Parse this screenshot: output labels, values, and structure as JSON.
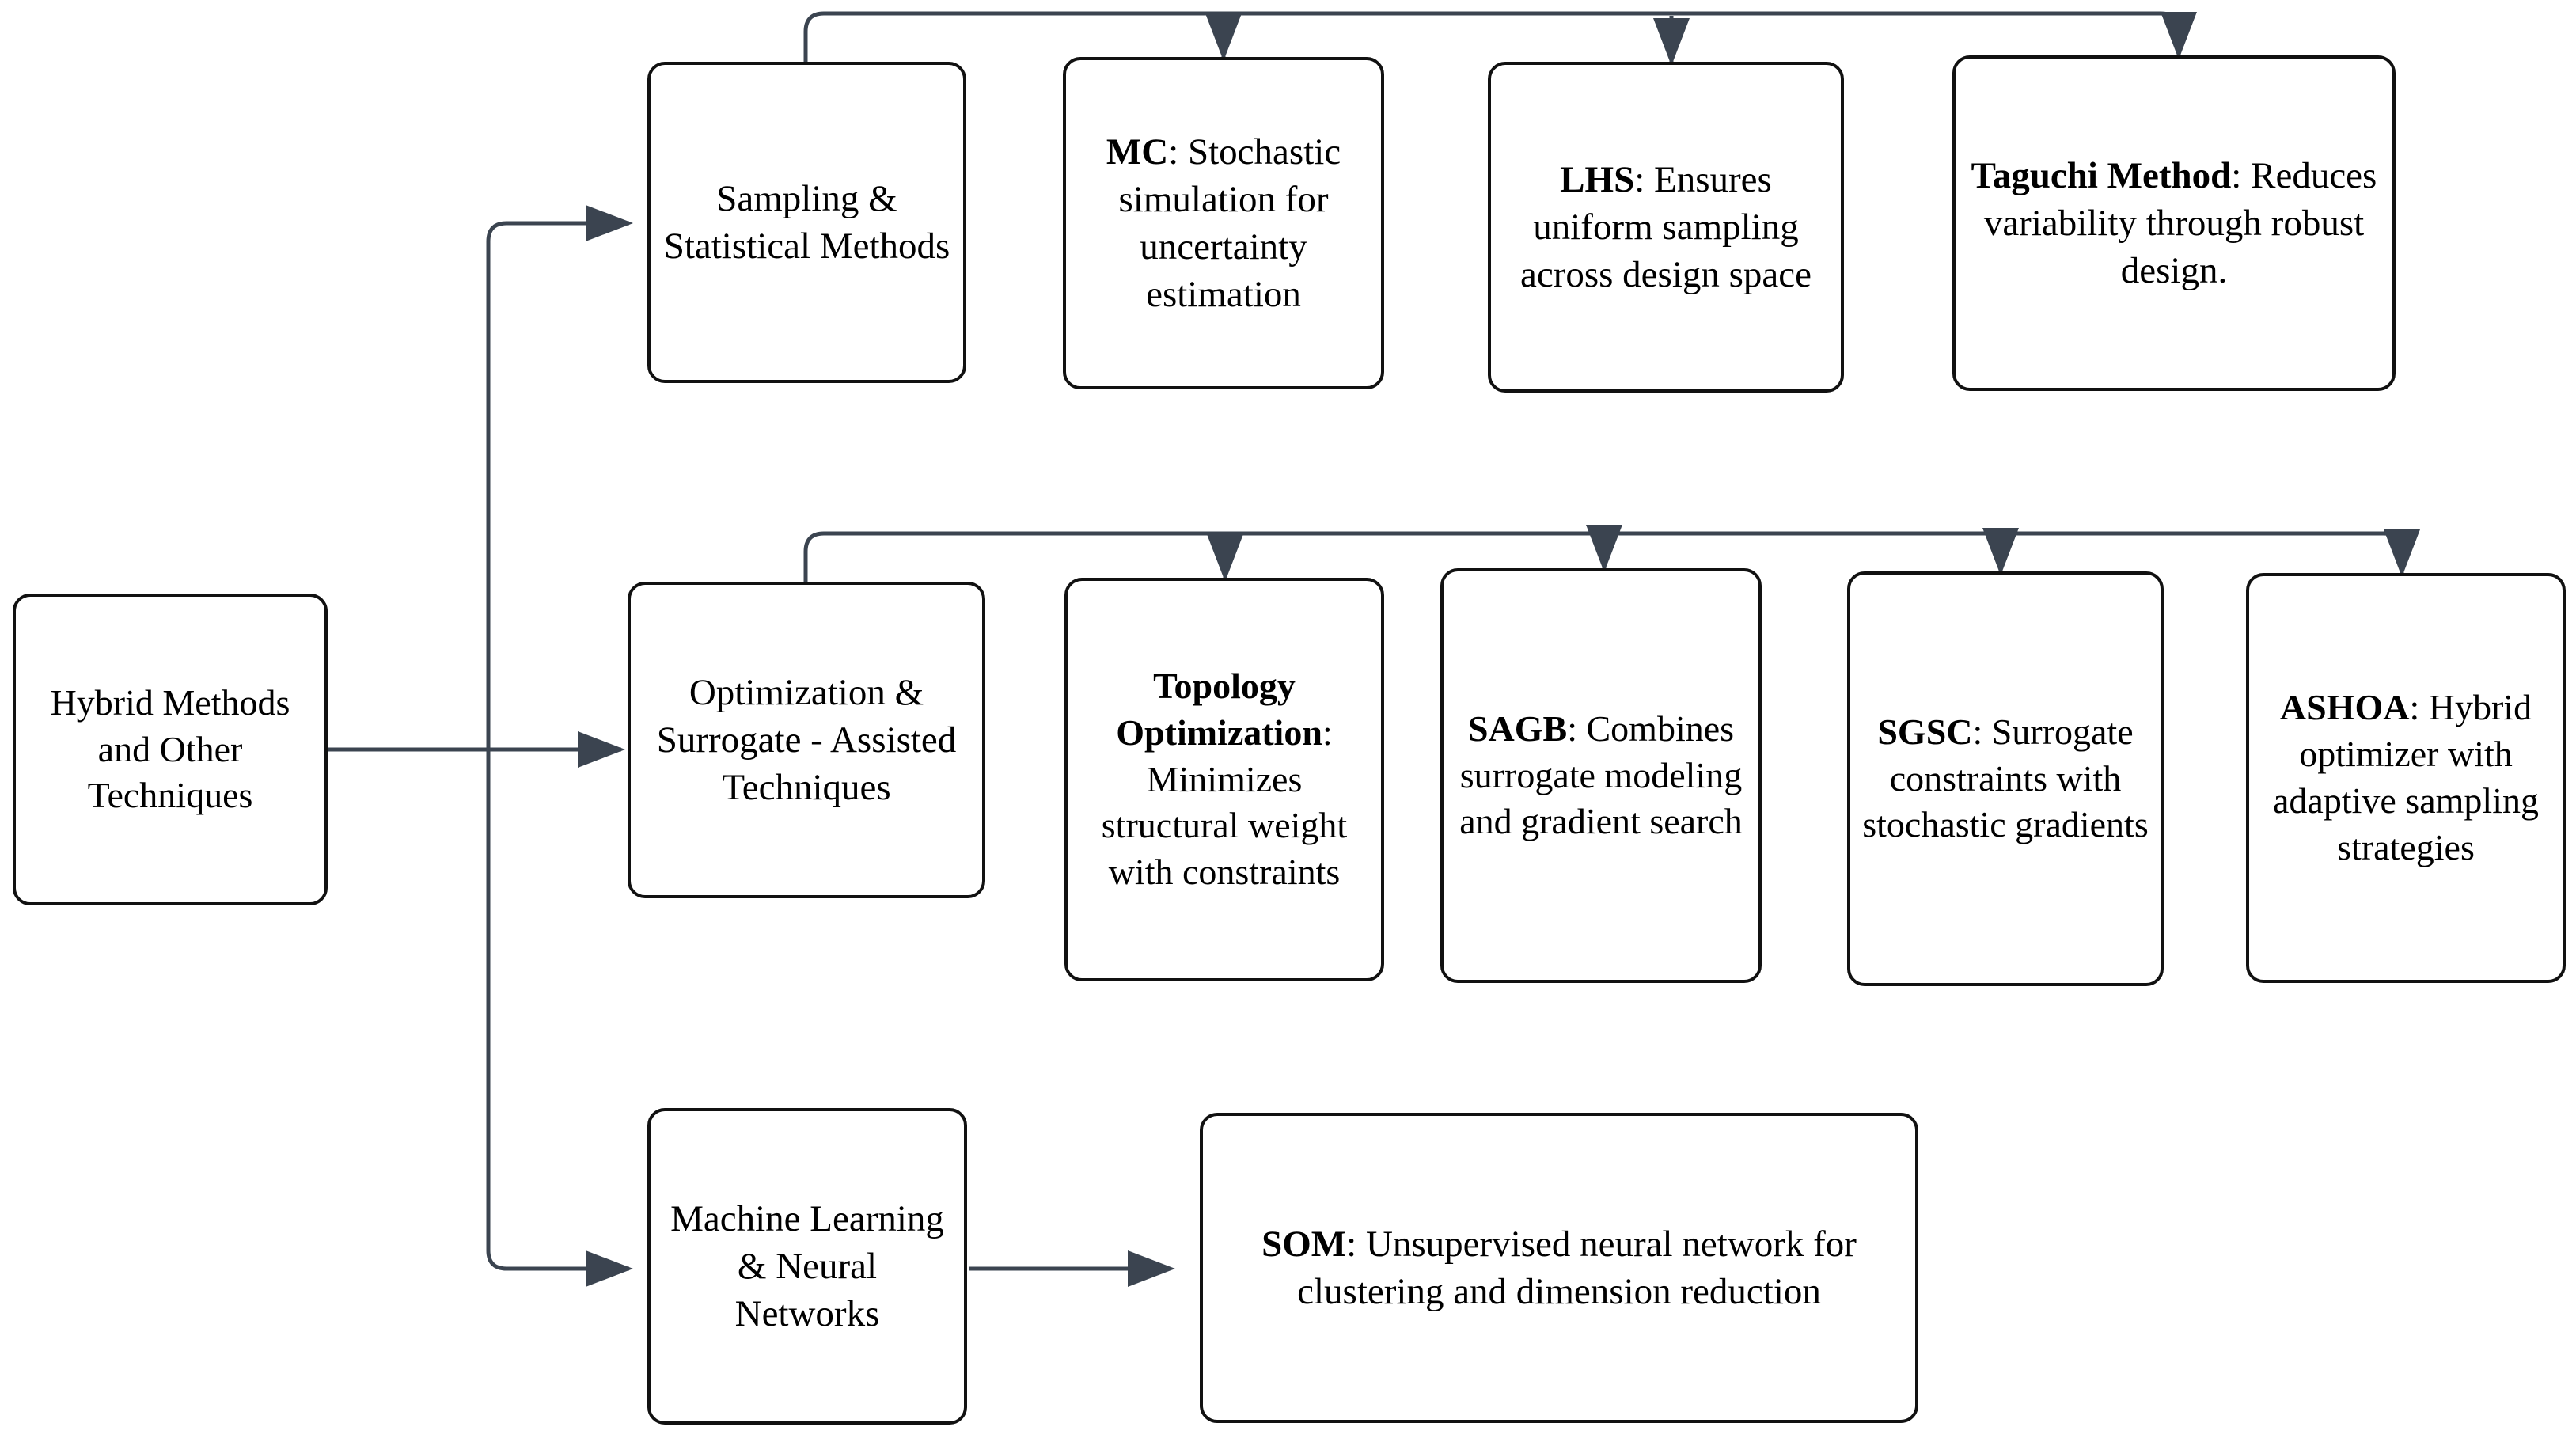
{
  "diagram": {
    "title": "Hybrid Methods and Other Techniques taxonomy",
    "type": "hierarchical-flowchart",
    "orientation": "left-to-right",
    "theme": {
      "background": "#ffffff",
      "node_fill": "#ffffff",
      "node_border": "#111111",
      "connector": "#3b4450",
      "text": "#000000"
    }
  },
  "root": {
    "id": "hybrid-methods",
    "label": "Hybrid Methods and Other Techniques",
    "bold": true
  },
  "categories": [
    {
      "id": "sampling-statistical-methods",
      "label": "Sampling & Statistical Methods",
      "bold": false,
      "children": [
        {
          "id": "mc",
          "term": "MC",
          "separator": ": ",
          "description": "Stochastic simulation for uncertainty estimation",
          "full": "MC: Stochastic simulation for uncertainty estimation"
        },
        {
          "id": "lhs",
          "term": "LHS",
          "separator": ": ",
          "description": "Ensures uniform sampling across design space",
          "full": "LHS: Ensures uniform sampling across design space"
        },
        {
          "id": "taguchi-method",
          "term": "Taguchi Method",
          "separator": ": ",
          "description": "Reduces variability through robust design.",
          "full": "Taguchi Method: Reduces variability through robust design."
        }
      ]
    },
    {
      "id": "optimization-surrogate-assisted-techniques",
      "label": "Optimization & Surrogate - Assisted Techniques",
      "bold": false,
      "children": [
        {
          "id": "topology-optimization",
          "term": "Topology Optimization",
          "separator": ": ",
          "description": "Minimizes structural weight with constraints",
          "full": "Topology Optimization: Minimizes structural weight with constraints"
        },
        {
          "id": "sagb",
          "term": "SAGB",
          "separator": ": ",
          "description": "Combines surrogate modeling and gradient search",
          "full": "SAGB: Combines surrogate modeling and gradient search"
        },
        {
          "id": "sgsc",
          "term": "SGSC",
          "separator": ": ",
          "description": "Surrogate constraints with stochastic gradients",
          "full": "SGSC: Surrogate constraints with stochastic gradients"
        },
        {
          "id": "ashoa",
          "term": "ASHOA",
          "separator": ": ",
          "description": "Hybrid optimizer with adaptive sampling strategies",
          "full": "ASHOA: Hybrid optimizer with adaptive sampling strategies"
        }
      ]
    },
    {
      "id": "machine-learning-neural-networks",
      "label": "Machine Learning & Neural Networks",
      "bold": false,
      "children": [
        {
          "id": "som",
          "term": "SOM",
          "separator": ": ",
          "description": "Unsupervised neural network for clustering and dimension reduction",
          "full": "SOM: Unsupervised neural network for clustering and dimension reduction"
        }
      ]
    }
  ]
}
